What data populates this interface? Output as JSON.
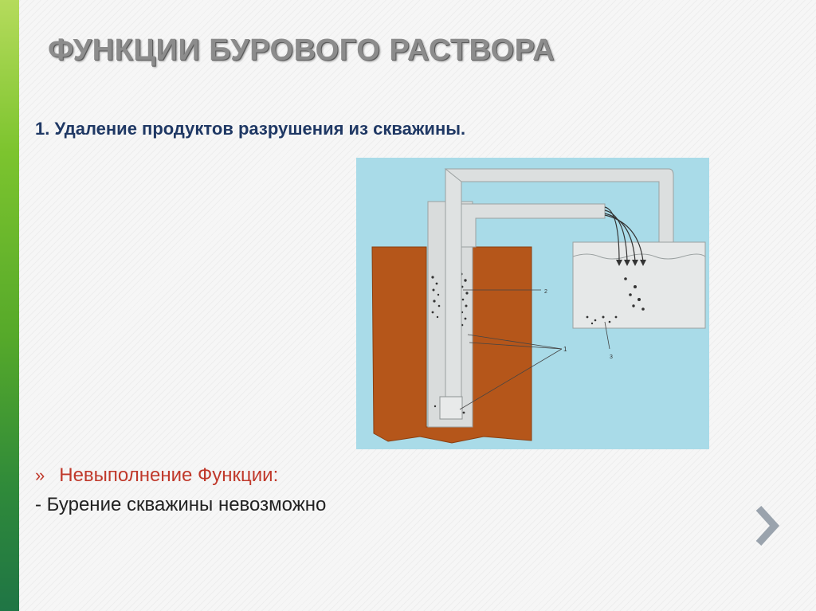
{
  "slide": {
    "title": "ФУНКЦИИ БУРОВОГО РАСТВОРА",
    "subtitle": "1. Удаление продуктов разрушения из скважины.",
    "bullet": {
      "marker": "»",
      "text": "Невыполнение Функции:"
    },
    "consequence": "- Бурение скважины невозможно"
  },
  "figure": {
    "label_1": "1",
    "label_2": "2",
    "label_3": "3"
  },
  "colors": {
    "accent_green": "#56a92a",
    "title_gray": "#8c8c8c",
    "subtitle_navy": "#1f3864",
    "bullet_red": "#c0392b",
    "diagram_background": "#a9dbe8",
    "rock_brown": "#b5561a",
    "tank_fill": "#e6e8e8",
    "pipe_gray": "#d7d9d9"
  },
  "icons": {
    "next": "chevron-right-icon"
  }
}
